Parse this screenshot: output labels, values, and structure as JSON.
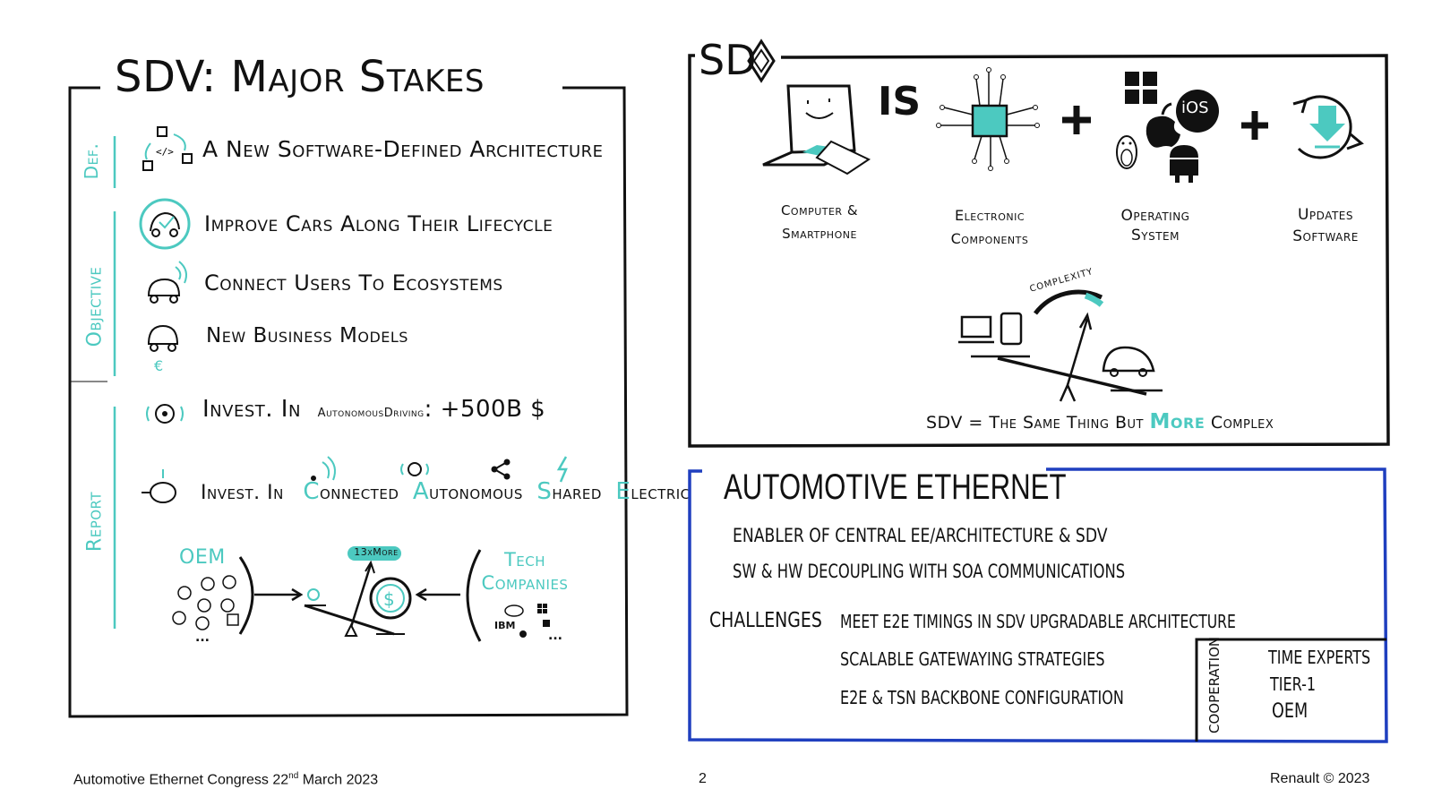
{
  "left_panel": {
    "title": "SDV: Major Stakes",
    "sections": {
      "def": "Def.",
      "objective": "Objective",
      "report": "Report"
    },
    "items": {
      "definition": "A New Software-Defined Architecture",
      "improve": "Improve Cars Along Their Lifecycle",
      "connect": "Connect Users To Ecosystems",
      "business": "New Business Models",
      "invest1_prefix": "Invest. In",
      "invest1_ad": "AutonomousDriving",
      "invest1_value": ": +500B $",
      "invest2_prefix": "Invest. In",
      "case": [
        {
          "initial": "C",
          "rest": "onnected"
        },
        {
          "initial": "A",
          "rest": "utonomous"
        },
        {
          "initial": "S",
          "rest": "hared"
        },
        {
          "initial": "E",
          "rest": "lectric"
        }
      ]
    },
    "scale": {
      "oem": "OEM",
      "more": "13xMore",
      "tech": "Tech Companies",
      "tech_brands": "IBM",
      "oem_more": "..."
    }
  },
  "sdv_panel": {
    "title": "SD",
    "is_word": "IS",
    "labels": {
      "computer_line1": "Computer &",
      "computer_line2": "Smartphone",
      "electronic_line1": "Electronic",
      "electronic_line2": "Components",
      "os_line1": "Operating",
      "os_line2": "System",
      "updates_line1": "Updates",
      "updates_line2": "Software",
      "ios": "iOS",
      "complexity": "COMPLEXITY"
    },
    "bottom": {
      "prefix": "SDV = The Same Thing But",
      "highlight": "More",
      "suffix": "Complex"
    }
  },
  "ethernet_panel": {
    "title": "Automotive Ethernet",
    "enabler": "Enabler of Central EE/Architecture & SDV",
    "decoupling": "SW & HW Decoupling with SOA Communications",
    "challenges_label": "Challenges",
    "challenges": [
      "Meet E2E Timings in SDV Upgradable Architecture",
      "Scalable Gatewaying Strategies",
      "E2E & TSN Backbone Configuration"
    ],
    "cooperation_label": "Cooperation",
    "cooperation": [
      "Time Experts",
      "Tier-1",
      "OEM"
    ]
  },
  "footer": {
    "left": "Automotive Ethernet Congress 22",
    "left_sup": "nd",
    "left_rest": " March 2023",
    "page": "2",
    "right": "Renault © 2023"
  },
  "colors": {
    "teal": "#4cc9c0",
    "blue": "#1f3fbf",
    "ink": "#111111"
  }
}
